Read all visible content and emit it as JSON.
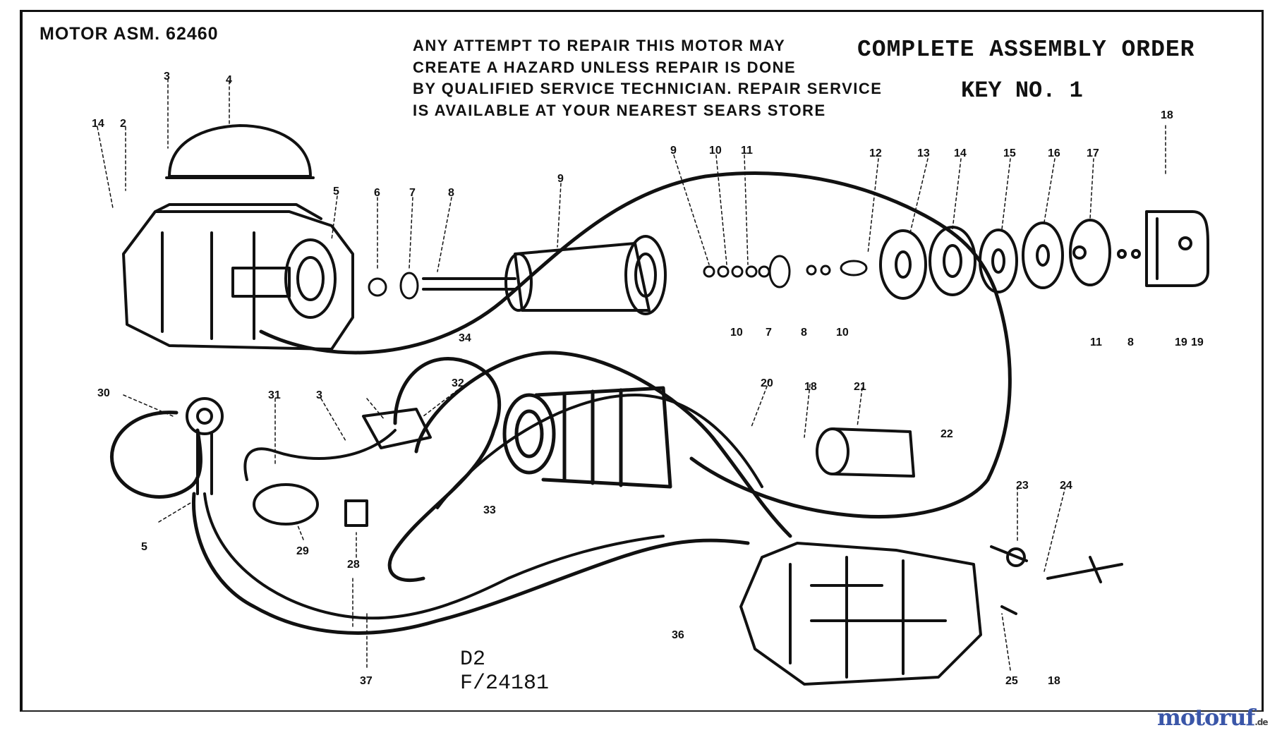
{
  "header": {
    "assembly_title": "MOTOR ASM. 62460",
    "warning_lines": [
      "ANY ATTEMPT TO REPAIR THIS MOTOR MAY",
      "CREATE A HAZARD UNLESS REPAIR IS DONE",
      "BY QUALIFIED SERVICE TECHNICIAN. REPAIR SERVICE",
      "IS AVAILABLE AT YOUR NEAREST SEARS STORE"
    ],
    "order_note": "COMPLETE ASSEMBLY ORDER",
    "key_note": "KEY NO. 1"
  },
  "footer": {
    "code": "D2",
    "part_ref": "F/24181"
  },
  "watermark": {
    "text": "motoruf",
    "suffix": ".de",
    "colors": [
      "#3a56a8",
      "#7a3a8a",
      "#4a9a3a",
      "#c8462c"
    ]
  },
  "callouts": [
    "14",
    "2",
    "3",
    "4",
    "5",
    "6",
    "7",
    "8",
    "9",
    "9",
    "10",
    "11",
    "12",
    "13",
    "14",
    "15",
    "16",
    "17",
    "18",
    "19",
    "10",
    "7",
    "8",
    "10",
    "11",
    "8",
    "19",
    "34",
    "30",
    "31",
    "3",
    "32",
    "33",
    "20",
    "18",
    "21",
    "22",
    "23",
    "24",
    "5",
    "29",
    "28",
    "36",
    "37",
    "25",
    "18"
  ]
}
